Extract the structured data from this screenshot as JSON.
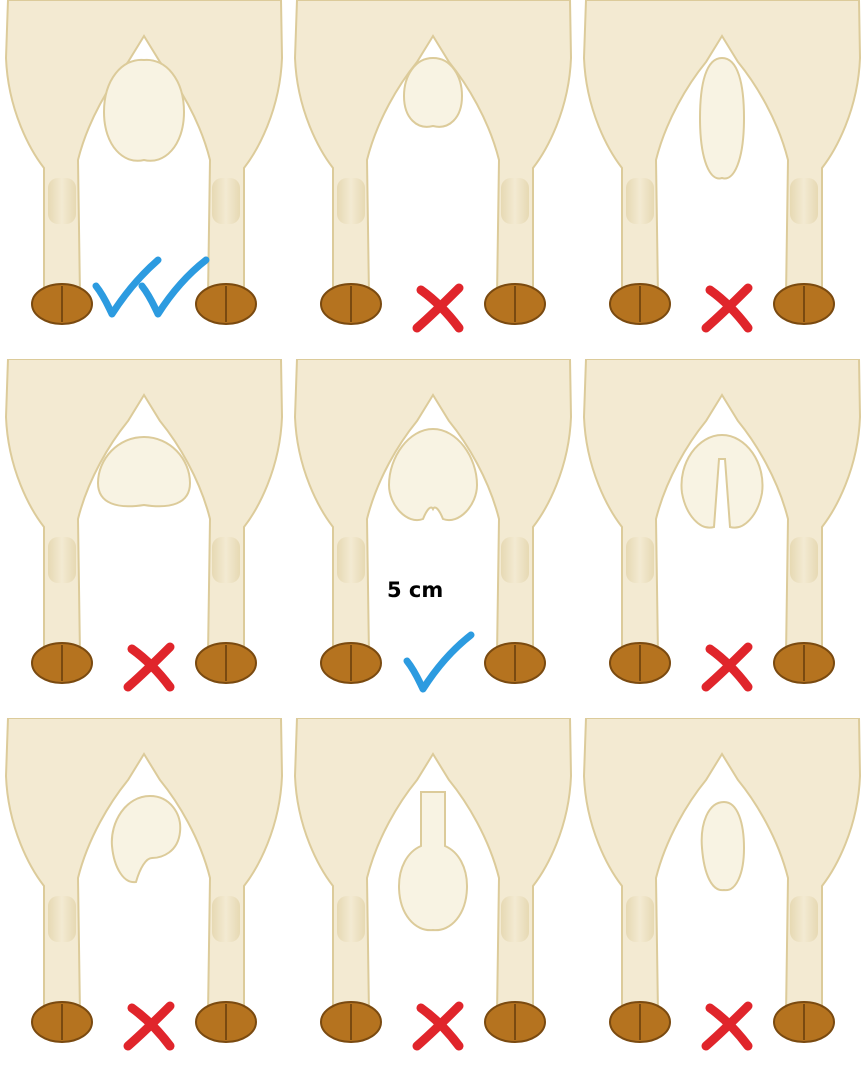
{
  "figure": {
    "measurement_label": "5 cm",
    "colors": {
      "skin": "#f3ead2",
      "skin_shadow": "#dccb9a",
      "scrotum": "#f8f3e3",
      "hoof": "#b5731f",
      "tick": "#2c9be0",
      "cross": "#e0252b"
    },
    "panels": [
      {
        "id": "r1c1",
        "shape": "large-round",
        "verdict": "double-tick"
      },
      {
        "id": "r1c2",
        "shape": "small-tucked",
        "verdict": "cross"
      },
      {
        "id": "r1c3",
        "shape": "long-narrow",
        "verdict": "cross"
      },
      {
        "id": "r2c1",
        "shape": "wide-flat",
        "verdict": "cross"
      },
      {
        "id": "r2c2",
        "shape": "slight-split",
        "verdict": "tick"
      },
      {
        "id": "r2c3",
        "shape": "deep-split",
        "verdict": "cross"
      },
      {
        "id": "r3c1",
        "shape": "asymmetric",
        "verdict": "cross"
      },
      {
        "id": "r3c2",
        "shape": "pendulous-neck",
        "verdict": "cross"
      },
      {
        "id": "r3c3",
        "shape": "single-side",
        "verdict": "cross"
      }
    ]
  }
}
